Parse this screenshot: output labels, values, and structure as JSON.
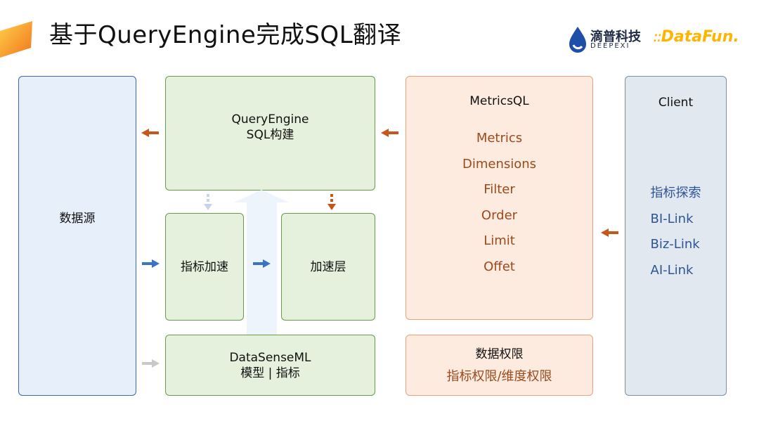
{
  "header": {
    "title": "基于QueryEngine完成SQL翻译"
  },
  "logos": {
    "deepexi_cn": "滴普科技",
    "deepexi_en": "DEEPEXI",
    "datafun_a": "DataFun",
    "datafun_b": "."
  },
  "boxes": {
    "datasource": {
      "label": "数据源"
    },
    "query_engine": {
      "line1": "QueryEngine",
      "line2": "SQL构建"
    },
    "metric_accel": {
      "label": "指标加速"
    },
    "accel_layer": {
      "label": "加速层"
    },
    "datasenseml": {
      "line1": "DataSenseML",
      "line2": "模型 | 指标"
    },
    "metricsql": {
      "title": "MetricsQL",
      "items": [
        "Metrics",
        "Dimensions",
        "Filter",
        "Order",
        "Limit",
        "Offet"
      ]
    },
    "data_permission": {
      "title": "数据权限",
      "subtitle": "指标权限/维度权限"
    },
    "client": {
      "title": "Client",
      "items": [
        "指标探索",
        "BI-Link",
        "Biz-Link",
        "AI-Link"
      ]
    }
  },
  "colors": {
    "arrow_orange": "#c8561a",
    "arrow_blue": "#3a72c4",
    "arrow_grey": "#c8c8c8",
    "accent_orange": "#f39a1e"
  }
}
